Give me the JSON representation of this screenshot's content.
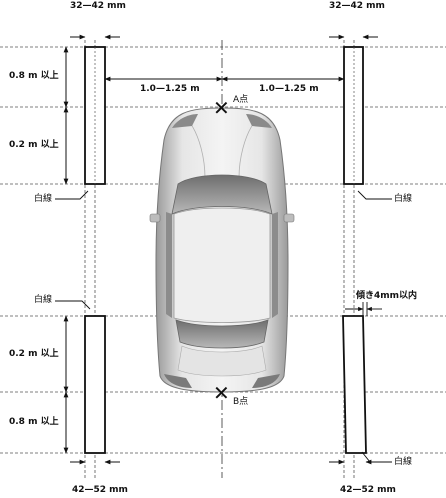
{
  "labels": {
    "width_top_left": "32—42 mm",
    "width_top_right": "32—42 mm",
    "width_bottom_left": "42—52 mm",
    "width_bottom_right": "42—52 mm",
    "gap_left": "1.0—1.25 m",
    "gap_right": "1.0—1.25 m",
    "dist_08_top": "0.8 m 以上",
    "dist_02_top": "0.2 m 以上",
    "dist_02_bottom": "0.2 m 以上",
    "dist_08_bottom": "0.8 m 以上",
    "white_line_top_left": "白線",
    "white_line_top_right": "白線",
    "white_line_bottom_left": "白線",
    "white_line_bottom_right": "白線",
    "point_a": "A点",
    "point_b": "B点",
    "tilt": "傾き4mm以内"
  },
  "marks": {
    "point_a_marker": "✕",
    "point_b_marker": "✕"
  },
  "colors": {
    "line": "#111111",
    "dashed": "#555555",
    "car_body": "#cfcfcf",
    "car_dark": "#8a8a8a"
  }
}
